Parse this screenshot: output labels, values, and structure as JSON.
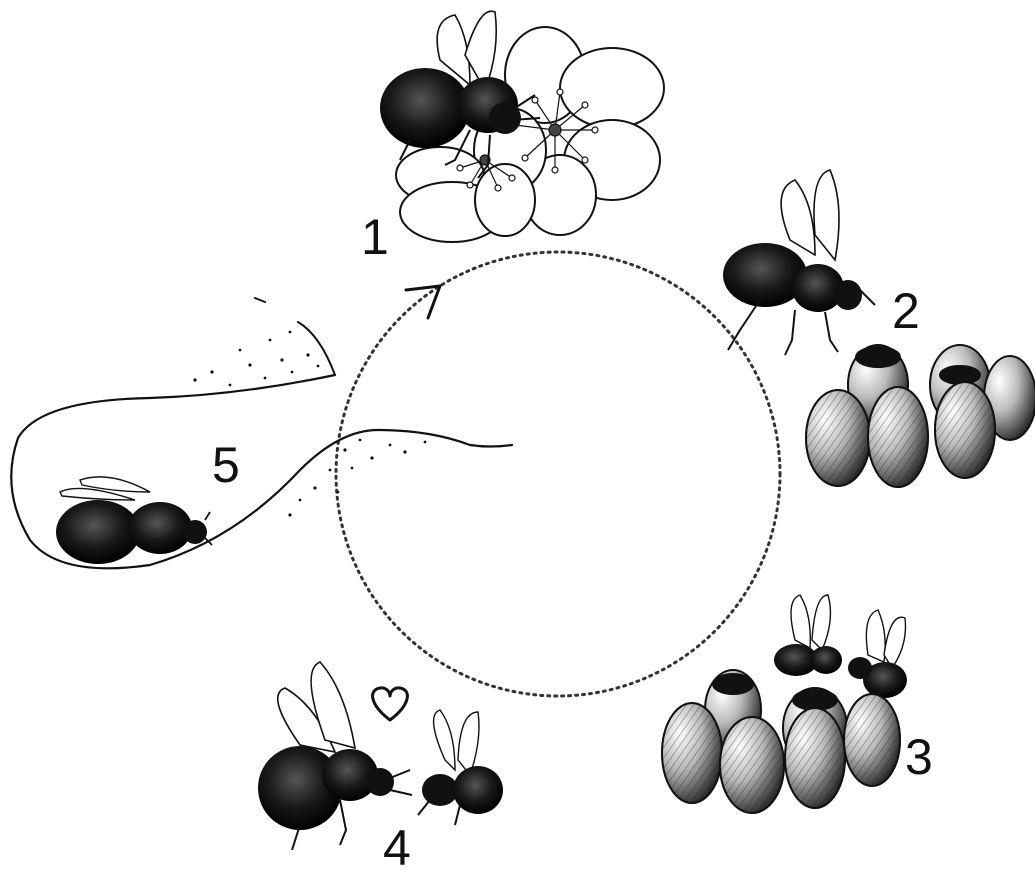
{
  "diagram": {
    "stages": [
      {
        "label": "1",
        "scene": "queen-bee-on-flower"
      },
      {
        "label": "2",
        "scene": "bee-above-brood-cells"
      },
      {
        "label": "3",
        "scene": "workers-above-brood-cells"
      },
      {
        "label": "4",
        "scene": "mating-bees-with-heart"
      },
      {
        "label": "5",
        "scene": "queen-hibernating-underground"
      }
    ],
    "cycle": {
      "style": "dotted-circle",
      "direction": "clockwise"
    },
    "colors": {
      "ink": "#111111",
      "background": "#ffffff"
    }
  }
}
